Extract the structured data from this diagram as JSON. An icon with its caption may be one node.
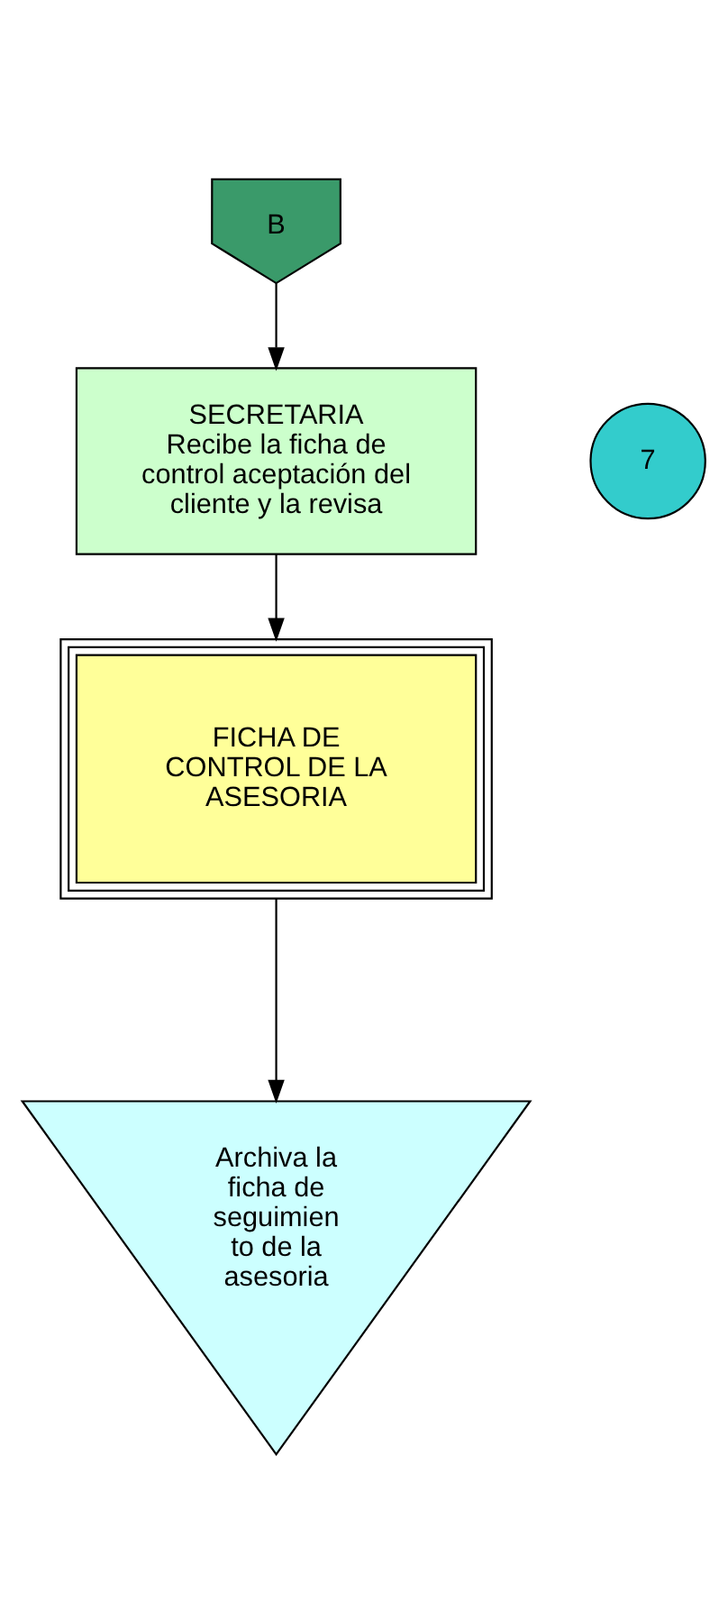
{
  "diagram": {
    "nodes": [
      {
        "text": [
          "B"
        ]
      },
      {
        "text": [
          "SECRETARIA",
          "Recibe la ficha de control aceptación del cliente y la revisa"
        ]
      },
      {
        "text": [
          "7"
        ]
      },
      {
        "text": [
          "FICHA DE CONTROL DE LA ASESORIA"
        ]
      },
      {
        "text": [
          "Archiva la ficha de seguimien to de la asesoria"
        ]
      }
    ],
    "edges": [
      {
        "from": 0,
        "to": 1,
        "arrow": "to"
      },
      {
        "from": 1,
        "to": 3,
        "arrow": "to"
      },
      {
        "from": 3,
        "to": 4,
        "arrow": "to"
      }
    ]
  }
}
